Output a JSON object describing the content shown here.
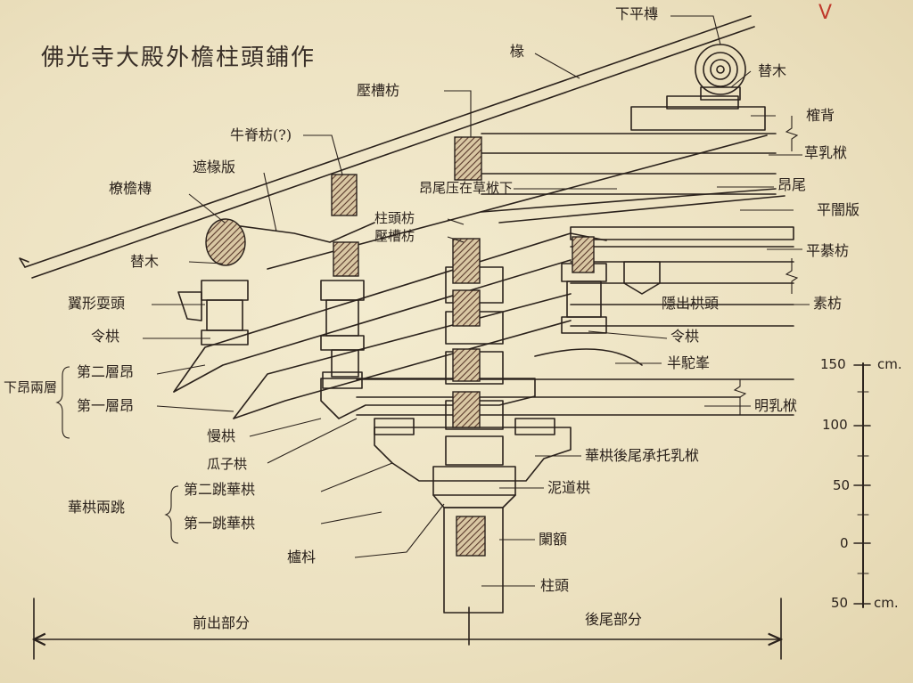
{
  "title": "佛光寺大殿外檐柱頭鋪作",
  "check_mark": "V",
  "labels": {
    "xia_ping_tuan": "下平槫",
    "ti_mu_top": "替木",
    "chuan": "椽",
    "ya_cao_fang": "壓槽枋",
    "jiao_bei": "𣙜背",
    "niu_ji_fang": "牛脊枋(?)",
    "cao_ru_fu": "草乳栿",
    "zhe_chuan_ban": "遮椽版",
    "ang_wei": "昂尾",
    "liao_yan_tuan": "橑檐槫",
    "ang_wei_ya": "昂尾压在草栿下",
    "zhu_tou_fang": "柱頭枋",
    "ping_qi_ban": "平闇版",
    "ya_cao_fang2": "壓槽枋",
    "ti_mu": "替木",
    "ping_qi_fang": "平綦枋",
    "yi_xing_shua_tou": "翼形耍頭",
    "su_fang": "素枋",
    "yin_chu_gong_tou": "隱出栱頭",
    "ling_gong_left": "令栱",
    "ling_gong_right": "令栱",
    "di_er_ceng_ang": "第二層昂",
    "xia_ang_liang_ceng": "下昂兩層",
    "ban_tuo_feng": "半駝峯",
    "di_yi_ceng_ang": "第一層昂",
    "ming_ru_fu": "明乳栿",
    "man_gong": "慢栱",
    "gua_zi_gong": "瓜子栱",
    "hua_gong_hou_wei": "華栱後尾承托乳栿",
    "di_er_tiao": "第二跳華栱",
    "hua_gong_liang_tiao": "華栱兩跳",
    "ni_dao_gong": "泥道栱",
    "di_yi_tiao": "第一跳華栱",
    "lu_dou": "櫨枓",
    "lan_e": "闌額",
    "zhu_tou": "柱頭",
    "qian_chu": "前出部分",
    "hou_wei": "後尾部分"
  },
  "scale_bar": {
    "unit": "cm.",
    "ticks": [
      "150",
      "100",
      "50",
      "0",
      "50"
    ]
  },
  "colors": {
    "ink": "#2b221c",
    "paper": "#eee4c4",
    "hatch": "#6a4a3a",
    "check": "#c0392b"
  }
}
